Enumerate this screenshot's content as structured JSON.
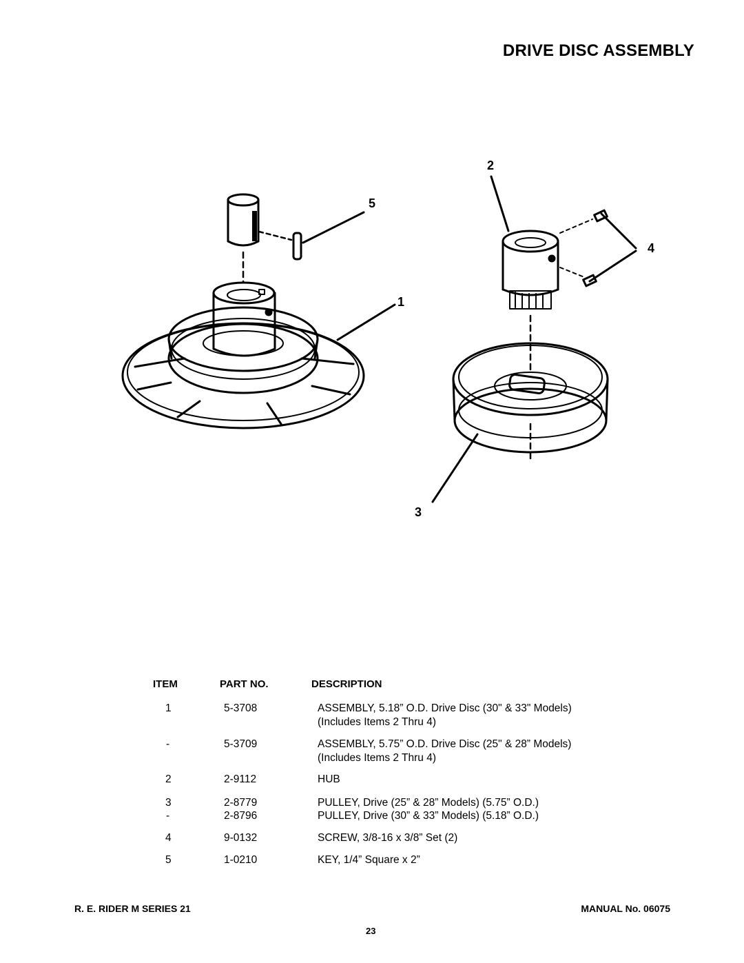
{
  "page_title": "DRIVE DISC ASSEMBLY",
  "callouts": [
    "1",
    "2",
    "3",
    "4",
    "5"
  ],
  "table": {
    "headers": {
      "item": "ITEM",
      "part_no": "PART NO.",
      "description": "DESCRIPTION"
    },
    "rows": [
      {
        "item": "1",
        "part_no": "5-3708",
        "desc_line1": "ASSEMBLY, 5.18” O.D. Drive Disc (30\" & 33\" Models)",
        "desc_line2": "(Includes Items 2 Thru 4)"
      },
      {
        "item": "-",
        "part_no": "5-3709",
        "desc_line1": "ASSEMBLY, 5.75” O.D. Drive Disc (25\" & 28” Models)",
        "desc_line2": "(Includes Items 2 Thru 4)"
      },
      {
        "item": "2",
        "part_no": "2-9112",
        "desc_line1": "HUB",
        "desc_line2": ""
      },
      {
        "item": "3",
        "part_no": "2-8779",
        "desc_line1": "PULLEY, Drive (25” & 28” Models) (5.75” O.D.)",
        "desc_line2": ""
      },
      {
        "item": "-",
        "part_no": "2-8796",
        "desc_line1": "PULLEY, Drive (30” & 33” Models) (5.18” O.D.)",
        "desc_line2": ""
      },
      {
        "item": "4",
        "part_no": "9-0132",
        "desc_line1": "SCREW, 3/8-16 x 3/8” Set (2)",
        "desc_line2": ""
      },
      {
        "item": "5",
        "part_no": "1-0210",
        "desc_line1": "KEY, 1/4” Square x 2”",
        "desc_line2": ""
      }
    ]
  },
  "footer": {
    "left": "R. E. RIDER M SERIES 21",
    "right": "MANUAL No. 06075",
    "page_number": "23"
  }
}
